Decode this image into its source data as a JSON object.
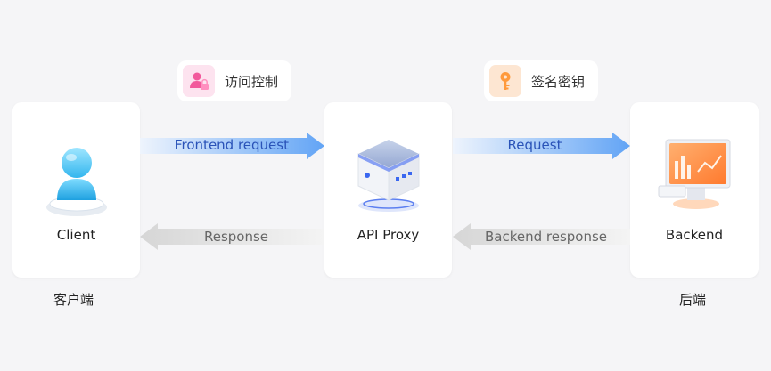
{
  "nodes": {
    "client": {
      "label": "Client",
      "caption": "客户端"
    },
    "proxy": {
      "label": "API Proxy"
    },
    "backend": {
      "label": "Backend",
      "caption": "后端"
    }
  },
  "badges": {
    "access_control": {
      "label": "访问控制",
      "icon": "user-lock-icon"
    },
    "signature_key": {
      "label": "签名密钥",
      "icon": "key-icon"
    }
  },
  "arrows": {
    "frontend_request": "Frontend request",
    "response": "Response",
    "request": "Request",
    "backend_response": "Backend response"
  },
  "colors": {
    "request_arrow": "#6aa8f5",
    "response_arrow": "#dcdcdc",
    "request_text": "#2a53b8",
    "response_text": "#666666",
    "access_badge_bg": "#fde3ef",
    "key_badge_bg": "#fde6d2"
  }
}
